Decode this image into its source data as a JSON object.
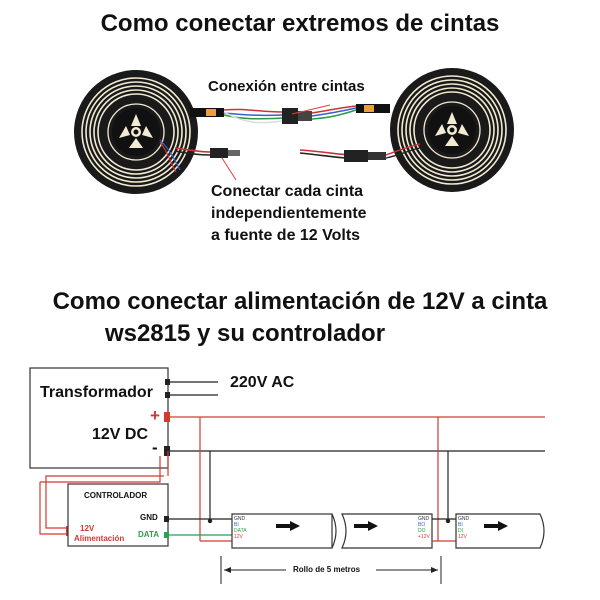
{
  "top": {
    "title": "Como conectar extremos de cintas",
    "label_connection": "Conexión entre cintas",
    "label_power_lines": [
      "Conectar cada cinta",
      "independientemente",
      "a fuente de 12 Volts"
    ]
  },
  "bottom": {
    "title_line1": "Como conectar alimentación de 12V a cinta",
    "title_line2": "ws2815 y su controlador",
    "transformer_label": "Transformador",
    "transformer_output": "12V DC",
    "ac_input": "220V AC",
    "plus_sign": "+",
    "minus_sign": "-",
    "controller_label": "CONTROLADOR",
    "controller_power": "12V",
    "controller_power_sub": "Alimentación",
    "gnd_label": "GND",
    "data_label": "DATA",
    "strip_pins": [
      "GND",
      "BI",
      "DATA",
      "12V"
    ],
    "strip_pins_end": [
      "GND",
      "BO",
      "DO",
      "+12V"
    ],
    "strip_pins_next": [
      "GND",
      "BI",
      "DI",
      "12V"
    ],
    "roll_length": "Rollo de 5 metros"
  },
  "colors": {
    "red_wire": "#d23a30",
    "black_wire": "#222222",
    "data_wire": "#2e9e4f",
    "strip_body": "#111111",
    "led": "#f2ead2"
  }
}
